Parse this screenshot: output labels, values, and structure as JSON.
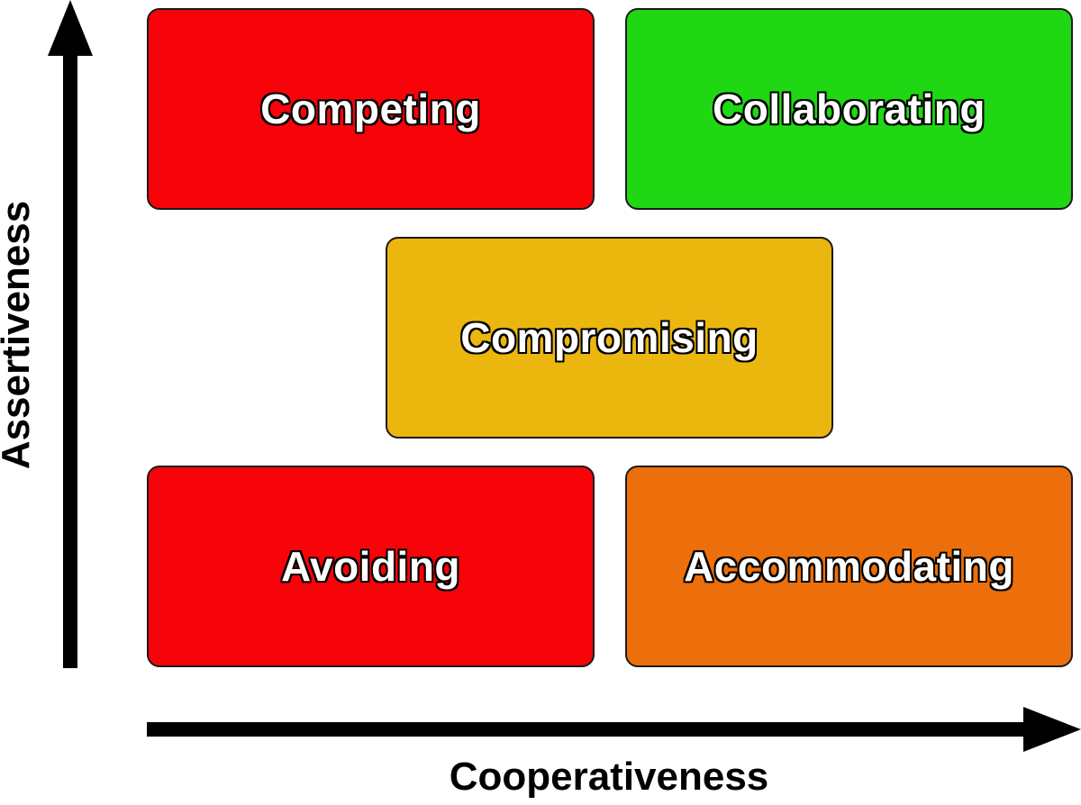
{
  "diagram": {
    "axes": {
      "x_label": "Cooperativeness",
      "y_label": "Assertiveness"
    },
    "styles": [
      {
        "id": "competing",
        "label": "Competing",
        "color": "#f70309"
      },
      {
        "id": "collaborating",
        "label": "Collaborating",
        "color": "#1fd713"
      },
      {
        "id": "compromising",
        "label": "Compromising",
        "color": "#ebb70f"
      },
      {
        "id": "avoiding",
        "label": "Avoiding",
        "color": "#f70309"
      },
      {
        "id": "accommodating",
        "label": "Accommodating",
        "color": "#ec6f0b"
      }
    ]
  }
}
